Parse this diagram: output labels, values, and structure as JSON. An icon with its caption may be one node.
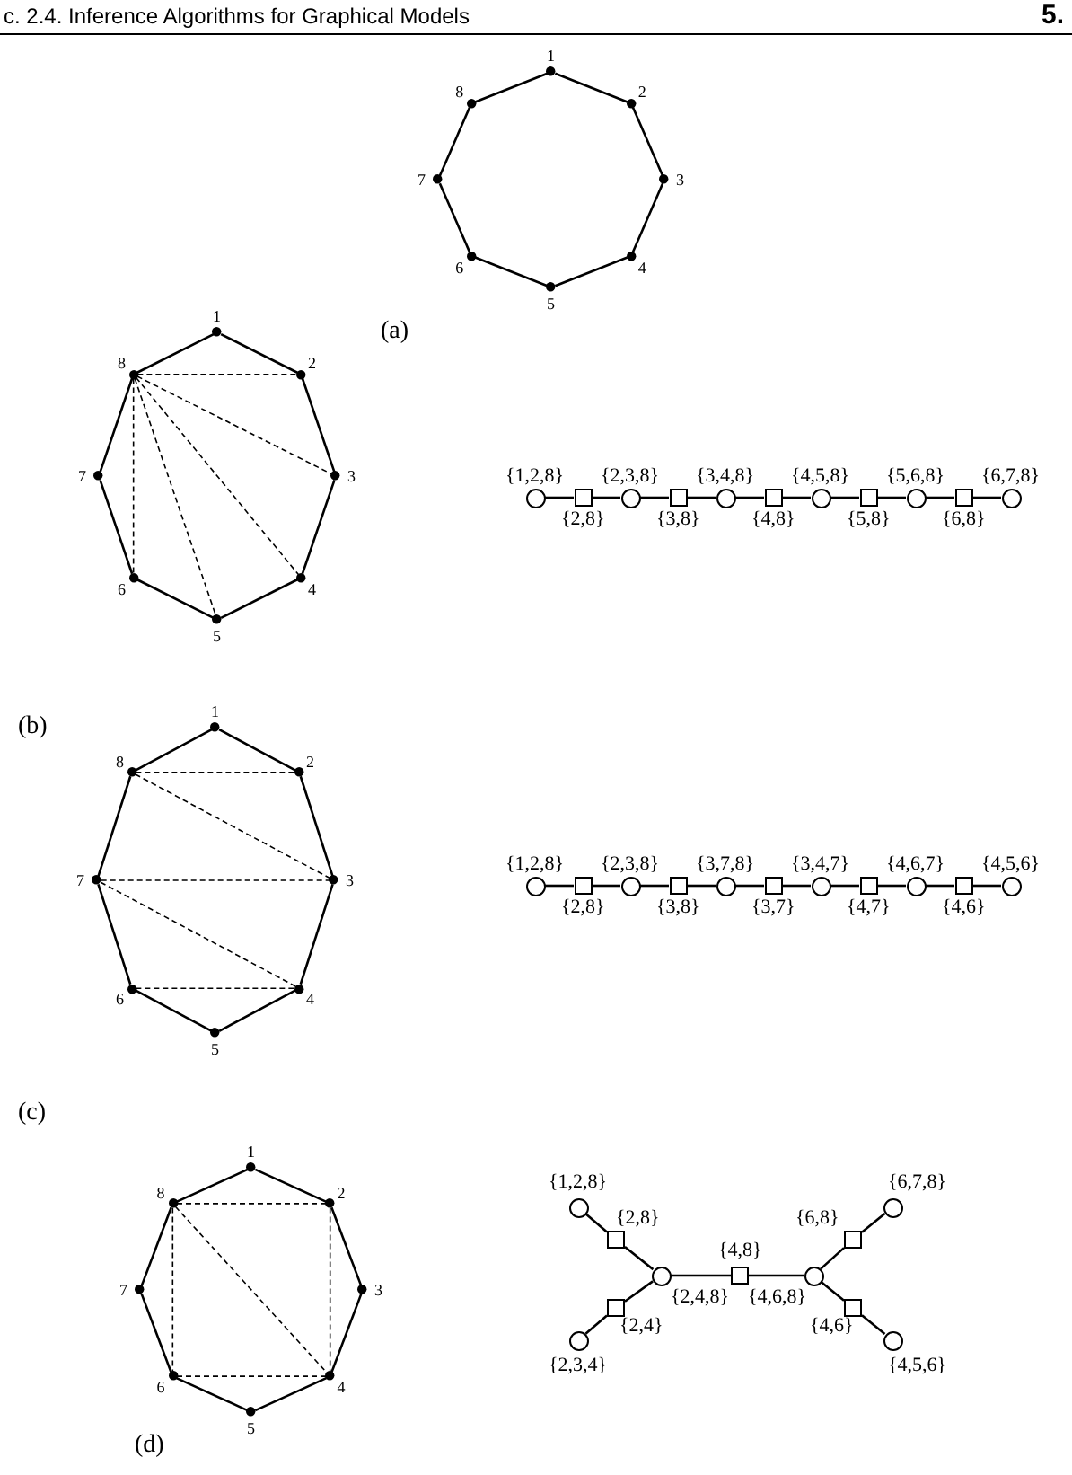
{
  "diagram": {
    "nodes": [
      {
        "text": [
          "1"
        ]
      },
      {
        "text": [
          "2"
        ]
      },
      {
        "text": [
          "3"
        ]
      },
      {
        "text": [
          "4"
        ]
      },
      {
        "text": [
          "5"
        ]
      },
      {
        "text": [
          "6"
        ]
      },
      {
        "text": [
          "7"
        ]
      },
      {
        "text": [
          "8"
        ]
      },
      {
        "text": [
          "1"
        ]
      },
      {
        "text": [
          "2"
        ]
      },
      {
        "text": [
          "3"
        ]
      },
      {
        "text": [
          "4"
        ]
      },
      {
        "text": [
          "5"
        ]
      },
      {
        "text": [
          "6"
        ]
      },
      {
        "text": [
          "7"
        ]
      },
      {
        "text": [
          "8"
        ]
      },
      {
        "text": [
          "{1,2,8}"
        ]
      },
      {
        "text": [
          "{2,8}"
        ]
      },
      {
        "text": [
          "{2,3,8}"
        ]
      },
      {
        "text": [
          "{3,8}"
        ]
      },
      {
        "text": [
          "{3,4,8}"
        ]
      },
      {
        "text": [
          "{4,8}"
        ]
      },
      {
        "text": [
          "{4,5,8}"
        ]
      },
      {
        "text": [
          "{5,8}"
        ]
      },
      {
        "text": [
          "{5,6,8}"
        ]
      },
      {
        "text": [
          "{6,8}"
        ]
      },
      {
        "text": [
          "{6,7,8}"
        ]
      },
      {
        "text": [
          "1"
        ]
      },
      {
        "text": [
          "2"
        ]
      },
      {
        "text": [
          "3"
        ]
      },
      {
        "text": [
          "4"
        ]
      },
      {
        "text": [
          "5"
        ]
      },
      {
        "text": [
          "6"
        ]
      },
      {
        "text": [
          "7"
        ]
      },
      {
        "text": [
          "8"
        ]
      },
      {
        "text": [
          "{1,2,8}"
        ]
      },
      {
        "text": [
          "{2,8}"
        ]
      },
      {
        "text": [
          "{2,3,8}"
        ]
      },
      {
        "text": [
          "{3,8}"
        ]
      },
      {
        "text": [
          "{3,7,8}"
        ]
      },
      {
        "text": [
          "{3,7}"
        ]
      },
      {
        "text": [
          "{3,4,7}"
        ]
      },
      {
        "text": [
          "{4,7}"
        ]
      },
      {
        "text": [
          "{4,6,7}"
        ]
      },
      {
        "text": [
          "{4,6}"
        ]
      },
      {
        "text": [
          "{4,5,6}"
        ]
      },
      {
        "text": [
          "1"
        ]
      },
      {
        "text": [
          "2"
        ]
      },
      {
        "text": [
          "3"
        ]
      },
      {
        "text": [
          "4"
        ]
      },
      {
        "text": [
          "5"
        ]
      },
      {
        "text": [
          "6"
        ]
      },
      {
        "text": [
          "7"
        ]
      },
      {
        "text": [
          "8"
        ]
      },
      {
        "text": [
          "{1,2,8}"
        ]
      },
      {
        "text": [
          "{2,8}"
        ]
      },
      {
        "text": [
          "{2,4,8}"
        ]
      },
      {
        "text": [
          "{2,4}"
        ]
      },
      {
        "text": [
          "{2,3,4}"
        ]
      },
      {
        "text": [
          "{4,8}"
        ]
      },
      {
        "text": [
          "{4,6,8}"
        ]
      },
      {
        "text": [
          "{6,8}"
        ]
      },
      {
        "text": [
          "{6,7,8}"
        ]
      },
      {
        "text": [
          "{4,6}"
        ]
      },
      {
        "text": [
          "{4,5,6}"
        ]
      }
    ],
    "edges": [
      {
        "from": 0,
        "to": 1,
        "arrow": "none"
      },
      {
        "from": 1,
        "to": 2,
        "arrow": "none"
      },
      {
        "from": 2,
        "to": 3,
        "arrow": "none"
      },
      {
        "from": 3,
        "to": 4,
        "arrow": "none"
      },
      {
        "from": 4,
        "to": 5,
        "arrow": "none"
      },
      {
        "from": 5,
        "to": 6,
        "arrow": "none"
      },
      {
        "from": 6,
        "to": 7,
        "arrow": "none"
      },
      {
        "from": 7,
        "to": 0,
        "arrow": "none"
      },
      {
        "from": 8,
        "to": 9,
        "arrow": "none"
      },
      {
        "from": 9,
        "to": 10,
        "arrow": "none"
      },
      {
        "from": 10,
        "to": 11,
        "arrow": "none"
      },
      {
        "from": 11,
        "to": 12,
        "arrow": "none"
      },
      {
        "from": 12,
        "to": 13,
        "arrow": "none"
      },
      {
        "from": 13,
        "to": 14,
        "arrow": "none"
      },
      {
        "from": 14,
        "to": 15,
        "arrow": "none"
      },
      {
        "from": 15,
        "to": 8,
        "arrow": "none"
      },
      {
        "from": 15,
        "to": 9,
        "arrow": "none",
        "style": "dashed"
      },
      {
        "from": 15,
        "to": 10,
        "arrow": "none",
        "style": "dashed"
      },
      {
        "from": 15,
        "to": 11,
        "arrow": "none",
        "style": "dashed"
      },
      {
        "from": 15,
        "to": 12,
        "arrow": "none",
        "style": "dashed"
      },
      {
        "from": 15,
        "to": 13,
        "arrow": "none",
        "style": "dashed"
      },
      {
        "from": 16,
        "to": 17,
        "arrow": "none"
      },
      {
        "from": 17,
        "to": 18,
        "arrow": "none"
      },
      {
        "from": 18,
        "to": 19,
        "arrow": "none"
      },
      {
        "from": 19,
        "to": 20,
        "arrow": "none"
      },
      {
        "from": 20,
        "to": 21,
        "arrow": "none"
      },
      {
        "from": 21,
        "to": 22,
        "arrow": "none"
      },
      {
        "from": 22,
        "to": 23,
        "arrow": "none"
      },
      {
        "from": 23,
        "to": 24,
        "arrow": "none"
      },
      {
        "from": 24,
        "to": 25,
        "arrow": "none"
      },
      {
        "from": 25,
        "to": 26,
        "arrow": "none"
      },
      {
        "from": 27,
        "to": 28,
        "arrow": "none"
      },
      {
        "from": 28,
        "to": 29,
        "arrow": "none"
      },
      {
        "from": 29,
        "to": 30,
        "arrow": "none"
      },
      {
        "from": 30,
        "to": 31,
        "arrow": "none"
      },
      {
        "from": 31,
        "to": 32,
        "arrow": "none"
      },
      {
        "from": 32,
        "to": 33,
        "arrow": "none"
      },
      {
        "from": 33,
        "to": 34,
        "arrow": "none"
      },
      {
        "from": 34,
        "to": 27,
        "arrow": "none"
      },
      {
        "from": 34,
        "to": 28,
        "arrow": "none",
        "style": "dashed"
      },
      {
        "from": 34,
        "to": 29,
        "arrow": "none",
        "style": "dashed"
      },
      {
        "from": 33,
        "to": 29,
        "arrow": "none",
        "style": "dashed"
      },
      {
        "from": 33,
        "to": 30,
        "arrow": "none",
        "style": "dashed"
      },
      {
        "from": 32,
        "to": 30,
        "arrow": "none",
        "style": "dashed"
      },
      {
        "from": 35,
        "to": 36,
        "arrow": "none"
      },
      {
        "from": 36,
        "to": 37,
        "arrow": "none"
      },
      {
        "from": 37,
        "to": 38,
        "arrow": "none"
      },
      {
        "from": 38,
        "to": 39,
        "arrow": "none"
      },
      {
        "from": 39,
        "to": 40,
        "arrow": "none"
      },
      {
        "from": 40,
        "to": 41,
        "arrow": "none"
      },
      {
        "from": 41,
        "to": 42,
        "arrow": "none"
      },
      {
        "from": 42,
        "to": 43,
        "arrow": "none"
      },
      {
        "from": 43,
        "to": 44,
        "arrow": "none"
      },
      {
        "from": 44,
        "to": 45,
        "arrow": "none"
      },
      {
        "from": 46,
        "to": 47,
        "arrow": "none"
      },
      {
        "from": 47,
        "to": 48,
        "arrow": "none"
      },
      {
        "from": 48,
        "to": 49,
        "arrow": "none"
      },
      {
        "from": 49,
        "to": 50,
        "arrow": "none"
      },
      {
        "from": 50,
        "to": 51,
        "arrow": "none"
      },
      {
        "from": 51,
        "to": 52,
        "arrow": "none"
      },
      {
        "from": 52,
        "to": 53,
        "arrow": "none"
      },
      {
        "from": 53,
        "to": 46,
        "arrow": "none"
      },
      {
        "from": 53,
        "to": 47,
        "arrow": "none",
        "style": "dashed"
      },
      {
        "from": 53,
        "to": 51,
        "arrow": "none",
        "style": "dashed"
      },
      {
        "from": 53,
        "to": 49,
        "arrow": "none",
        "style": "dashed"
      },
      {
        "from": 47,
        "to": 49,
        "arrow": "none",
        "style": "dashed"
      },
      {
        "from": 51,
        "to": 49,
        "arrow": "none",
        "style": "dashed"
      },
      {
        "from": 54,
        "to": 55,
        "arrow": "none"
      },
      {
        "from": 55,
        "to": 56,
        "arrow": "none"
      },
      {
        "from": 56,
        "to": 57,
        "arrow": "none"
      },
      {
        "from": 57,
        "to": 58,
        "arrow": "none"
      },
      {
        "from": 56,
        "to": 59,
        "arrow": "none"
      },
      {
        "from": 59,
        "to": 60,
        "arrow": "none"
      },
      {
        "from": 60,
        "to": 61,
        "arrow": "none"
      },
      {
        "from": 61,
        "to": 62,
        "arrow": "none"
      },
      {
        "from": 60,
        "to": 63,
        "arrow": "none"
      },
      {
        "from": 63,
        "to": 64,
        "arrow": "none"
      }
    ],
    "labels": [
      "c. 2.4. Inference Algorithms for Graphical Models",
      "5.",
      "(a)",
      "(b)",
      "(c)",
      "(d)"
    ]
  }
}
